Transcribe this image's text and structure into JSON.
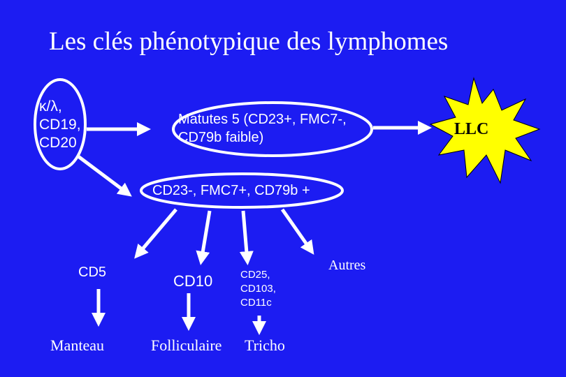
{
  "title": "Les clés phénotypique des lymphomes",
  "nodes": {
    "markers": {
      "line1": "κ/λ,",
      "line2": "CD19,",
      "line3": "CD20"
    },
    "matutes": {
      "line1": "Matutes 5 (CD23+, FMC7-,",
      "line2": "CD79b faible)"
    },
    "llc": "LLC",
    "cd23": "CD23-, FMC7+, CD79b +",
    "cd5": "CD5",
    "cd10": "CD10",
    "cd25": {
      "line1": "CD25,",
      "line2": "CD103,",
      "line3": "CD11c"
    },
    "autres": "Autres",
    "manteau": "Manteau",
    "folliculaire": "Folliculaire",
    "tricho": "Tricho"
  },
  "colors": {
    "background": "#1c1cf2",
    "foreground": "#ffffff",
    "burst_fill": "#ffff00",
    "burst_text": "#000000"
  }
}
